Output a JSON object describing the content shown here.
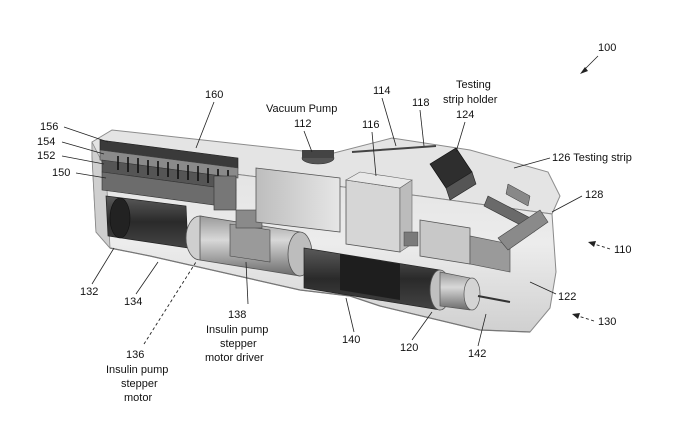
{
  "figure_ref": "100",
  "labels": {
    "l156": "156",
    "l154": "154",
    "l152": "152",
    "l150": "150",
    "l160": "160",
    "vacuum_pump": "Vacuum Pump",
    "l112": "112",
    "l114": "114",
    "l116": "116",
    "l118": "118",
    "testing_strip_holder_1": "Testing",
    "testing_strip_holder_2": "strip holder",
    "l124": "124",
    "testing_strip": "126 Testing strip",
    "l128": "128",
    "l110": "110",
    "l122": "122",
    "l130": "130",
    "l132": "132",
    "l134": "134",
    "l138": "138",
    "motor_driver_1": "Insulin pump",
    "motor_driver_2": "stepper",
    "motor_driver_3": "motor driver",
    "l140": "140",
    "l120": "120",
    "l142": "142",
    "l136": "136",
    "motor_1": "Insulin pump",
    "motor_2": "stepper",
    "motor_3": "motor"
  }
}
